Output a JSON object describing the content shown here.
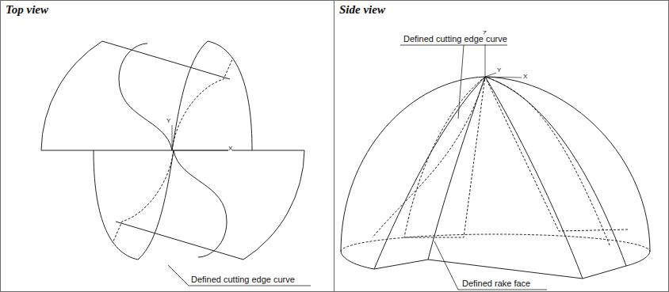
{
  "diagram": {
    "nodes": [
      {
        "text": [
          "Top view"
        ]
      },
      {
        "text": [
          "Side view"
        ]
      }
    ],
    "labels": [
      "Y",
      "X",
      "Defined cutting edge curve",
      "Z",
      "Defined cutting edge curve",
      "Y",
      "X",
      "Defined rake face"
    ]
  }
}
